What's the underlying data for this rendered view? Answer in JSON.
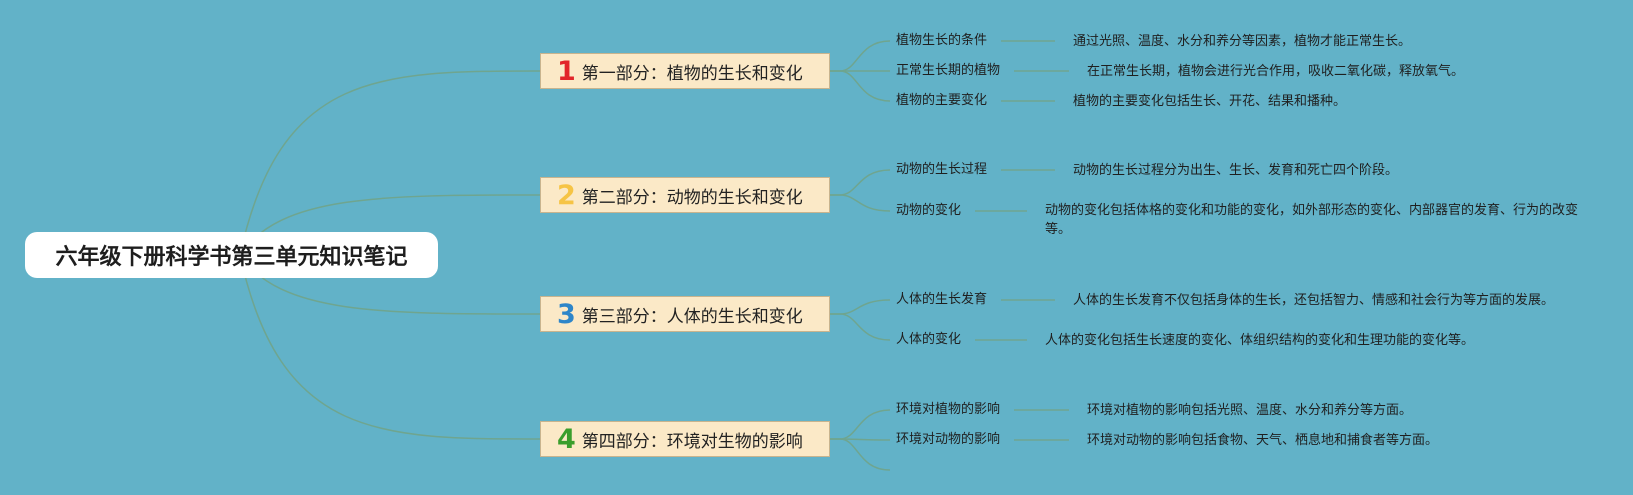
{
  "root": {
    "title": "六年级下册科学书第三单元知识笔记"
  },
  "colors": {
    "background": "#62b2c8",
    "line": "#6fa58f",
    "branch_fill": "#fbe9c7"
  },
  "branches": [
    {
      "num": "1",
      "num_color": "#e2262a",
      "label": "第一部分：植物的生长和变化",
      "leaves": [
        {
          "label": "植物生长的条件",
          "desc": "通过光照、温度、水分和养分等因素，植物才能正常生长。"
        },
        {
          "label": "正常生长期的植物",
          "desc": "在正常生长期，植物会进行光合作用，吸收二氧化碳，释放氧气。"
        },
        {
          "label": "植物的主要变化",
          "desc": "植物的主要变化包括生长、开花、结果和播种。"
        }
      ]
    },
    {
      "num": "2",
      "num_color": "#f6c445",
      "label": "第二部分：动物的生长和变化",
      "leaves": [
        {
          "label": "动物的生长过程",
          "desc": "动物的生长过程分为出生、生长、发育和死亡四个阶段。"
        },
        {
          "label": "动物的变化",
          "desc": "动物的变化包括体格的变化和功能的变化，如外部形态的变化、内部器官的发育、行为的改变等。"
        }
      ]
    },
    {
      "num": "3",
      "num_color": "#2e86c9",
      "label": "第三部分：人体的生长和变化",
      "leaves": [
        {
          "label": "人体的生长发育",
          "desc": "人体的生长发育不仅包括身体的生长，还包括智力、情感和社会行为等方面的发展。"
        },
        {
          "label": "人体的变化",
          "desc": "人体的变化包括生长速度的变化、体组织结构的变化和生理功能的变化等。"
        }
      ]
    },
    {
      "num": "4",
      "num_color": "#3a9e2c",
      "label": "第四部分：环境对生物的影响",
      "leaves": [
        {
          "label": "环境对植物的影响",
          "desc": "环境对植物的影响包括光照、温度、水分和养分等方面。"
        },
        {
          "label": "环境对动物的影响",
          "desc": "环境对动物的影响包括食物、天气、栖息地和捕食者等方面。"
        }
      ]
    }
  ]
}
